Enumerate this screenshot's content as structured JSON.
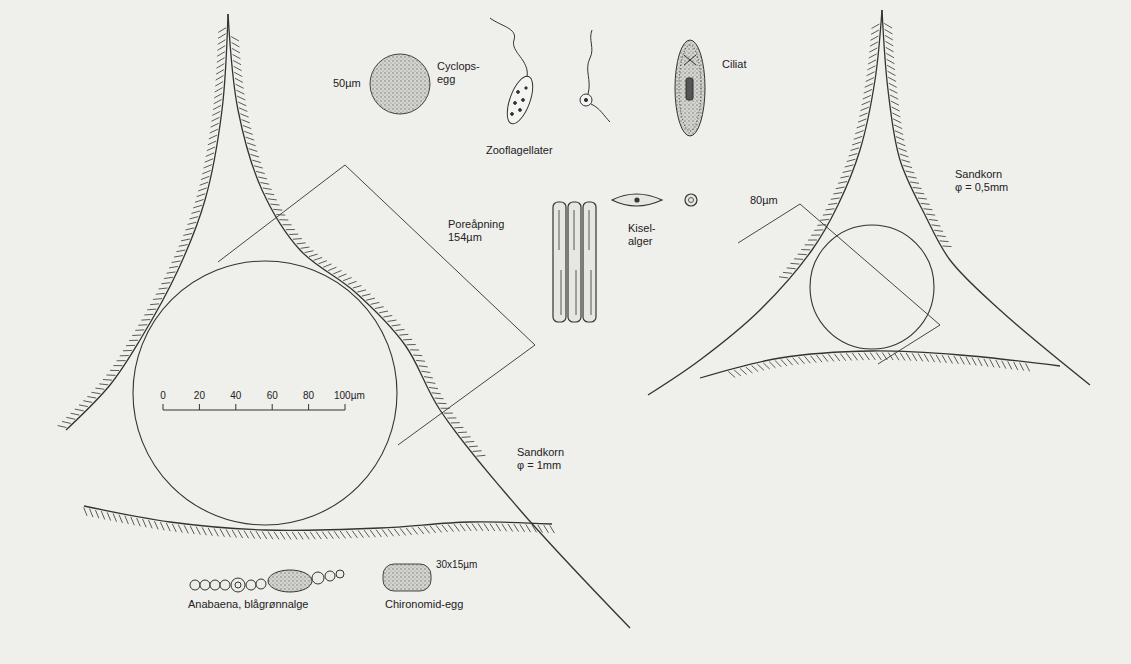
{
  "diagram": {
    "labels": [
      "50µm",
      "Cyclops- egg",
      "Zooflagellater",
      "Ciliat",
      "Poreåpning 154µm",
      "Kisel- alger",
      "80µm",
      "Sandkorn φ = 0,5mm",
      "0",
      "20",
      "40",
      "60",
      "80",
      "100µm",
      "Sandkorn φ = 1mm",
      "Anabaena, blågrønnalge",
      "30x15µm",
      "Chironomid-egg"
    ]
  }
}
